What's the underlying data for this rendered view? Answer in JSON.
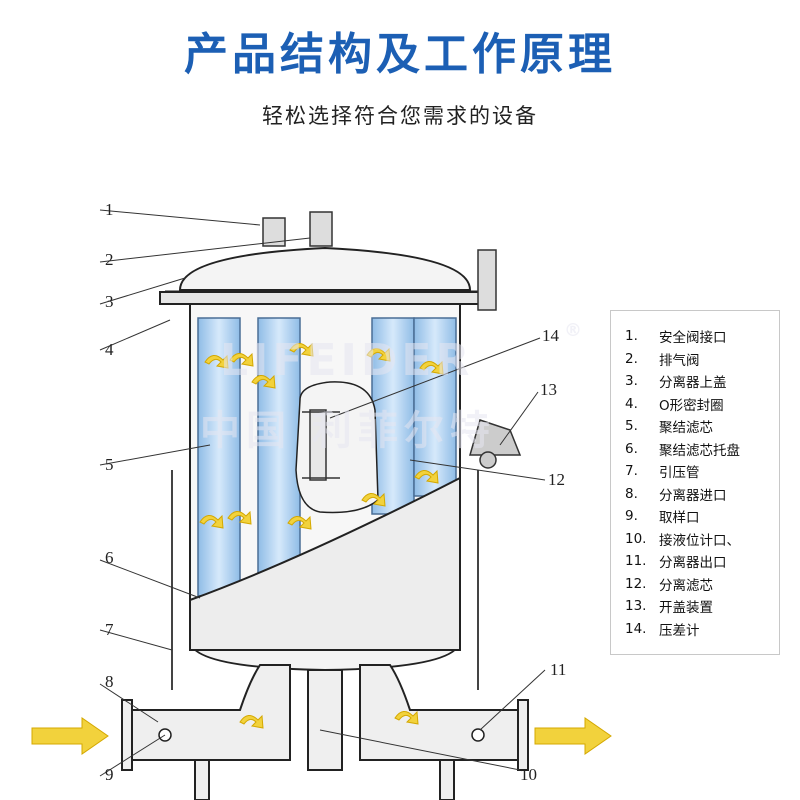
{
  "title": "产品结构及工作原理",
  "subtitle": "轻松选择符合您需求的设备",
  "watermark": {
    "logo": "LIFEIDER",
    "text": "中国 利菲尔特",
    "mark": "®"
  },
  "callouts": [
    "1",
    "2",
    "3",
    "4",
    "5",
    "6",
    "7",
    "8",
    "9",
    "10",
    "11",
    "12",
    "13",
    "14"
  ],
  "legend": [
    {
      "num": "1.",
      "label": "安全阀接口"
    },
    {
      "num": "2.",
      "label": "排气阀"
    },
    {
      "num": "3.",
      "label": "分离器上盖"
    },
    {
      "num": "4.",
      "label": "O形密封圈"
    },
    {
      "num": "5.",
      "label": "聚结滤芯"
    },
    {
      "num": "6.",
      "label": "聚结滤芯托盘"
    },
    {
      "num": "7.",
      "label": "引压管"
    },
    {
      "num": "8.",
      "label": "分离器进口"
    },
    {
      "num": "9.",
      "label": "取样口"
    },
    {
      "num": "10.",
      "label": "接液位计口、"
    },
    {
      "num": "11.",
      "label": "分离器出口"
    },
    {
      "num": "12.",
      "label": "分离滤芯"
    },
    {
      "num": "13.",
      "label": "开盖装置"
    },
    {
      "num": "14.",
      "label": "压差计"
    }
  ],
  "colors": {
    "title": "#1c5fb4",
    "cartridge": "#b3d4f2",
    "arrow": "#f2d23c"
  }
}
